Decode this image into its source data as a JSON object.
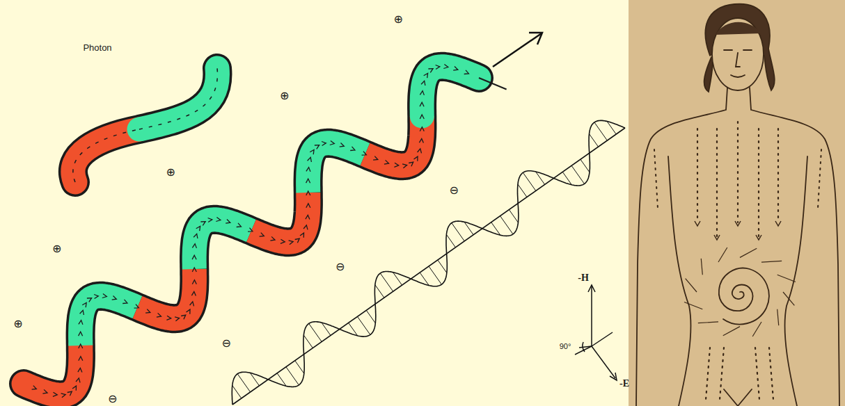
{
  "diagram": {
    "labels": [
      "Photon",
      "⊕",
      "⊕",
      "⊕",
      "⊕",
      "⊕",
      "⊖",
      "⊖",
      "⊖",
      "⊖",
      "-H",
      "-E",
      "90°"
    ]
  }
}
